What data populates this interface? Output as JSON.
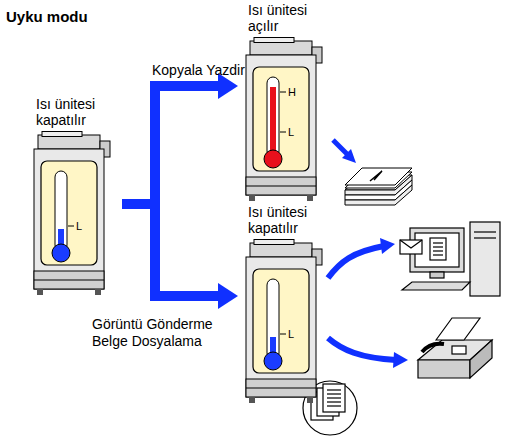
{
  "diagram": {
    "title": "Uyku modu",
    "nodes": [
      {
        "text": [
          "Isı ünitesi kapatılır"
        ]
      },
      {
        "text": [
          "Isı ünitesi açılır"
        ]
      },
      {
        "text": [
          "Isı ünitesi kapatılır"
        ]
      }
    ],
    "edges": [
      {
        "from": 0,
        "to": 1,
        "label": "Kopyala Yazdir",
        "arrow": "to"
      },
      {
        "from": 0,
        "to": 2,
        "label": "Görüntü Gönderme Belge Dosyalama",
        "arrow": "to"
      }
    ],
    "labels": [
      "L",
      "H",
      "L",
      "L"
    ]
  }
}
